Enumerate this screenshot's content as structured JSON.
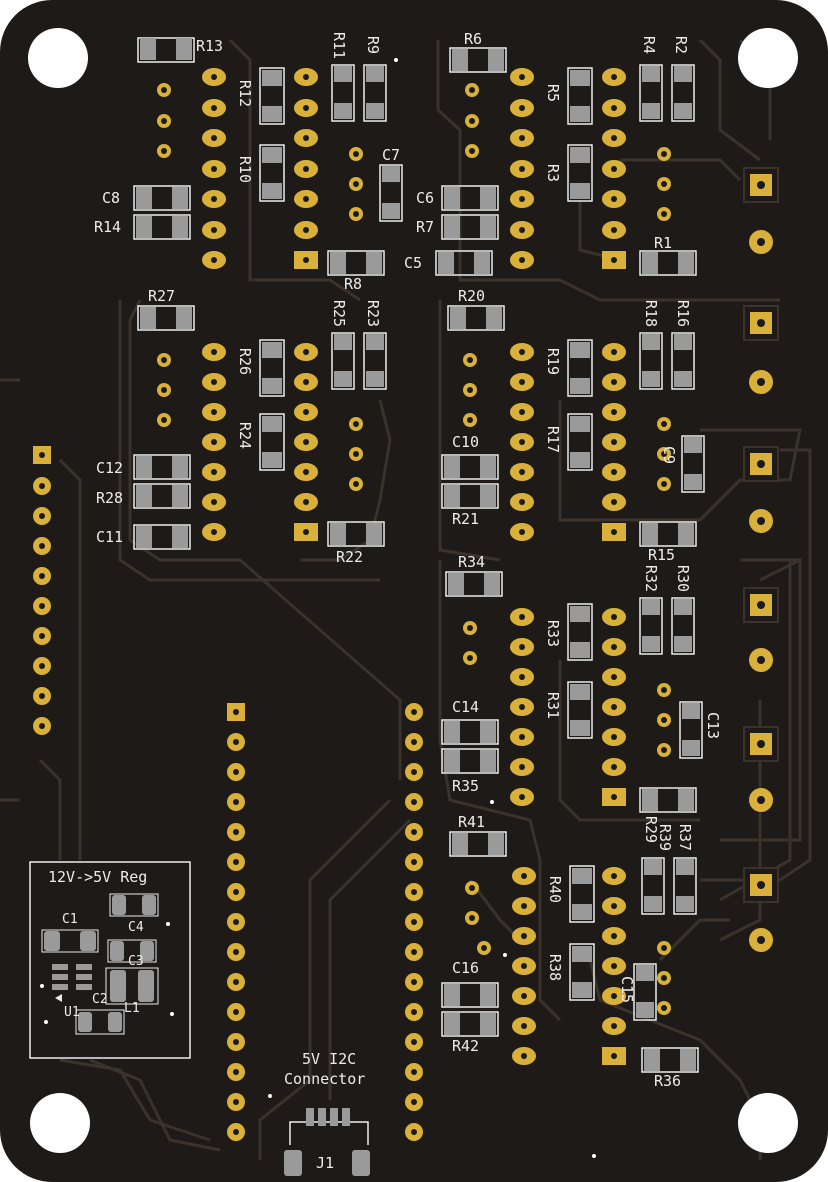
{
  "board": {
    "colors": {
      "substrate": "#1e1a17",
      "trace": "#3a332c",
      "pad_gold": "#d8b03a",
      "pad_grey": "#9a9a9a",
      "hole": "#1a1a1a",
      "silkscreen": "#ececec",
      "mount_hole": "#ffffff"
    }
  },
  "labels": {
    "R13": "R13",
    "R11": "R11",
    "R9": "R9",
    "R12": "R12",
    "R10": "R10",
    "C7": "C7",
    "C8": "C8",
    "R14": "R14",
    "R8": "R8",
    "R6": "R6",
    "R4": "R4",
    "R2": "R2",
    "R5": "R5",
    "R3": "R3",
    "C6": "C6",
    "R7": "R7",
    "C5": "C5",
    "R1": "R1",
    "R27": "R27",
    "R25": "R25",
    "R23": "R23",
    "R26": "R26",
    "R24": "R24",
    "C12": "C12",
    "R28": "R28",
    "C11": "C11",
    "R22": "R22",
    "R20": "R20",
    "R18": "R18",
    "R16": "R16",
    "R19": "R19",
    "R17": "R17",
    "C10": "C10",
    "C9": "C9",
    "R21": "R21",
    "R15": "R15",
    "R34": "R34",
    "R32": "R32",
    "R30": "R30",
    "R33": "R33",
    "R31": "R31",
    "C14": "C14",
    "C13": "C13",
    "R35": "R35",
    "R29": "R29",
    "R41": "R41",
    "R39": "R39",
    "R37": "R37",
    "R40": "R40",
    "R38": "R38",
    "C16": "C16",
    "C15": "C15",
    "R42": "R42",
    "R36": "R36",
    "reg_title": "12V->5V Reg",
    "C1": "C1",
    "C4": "C4",
    "C3": "C3",
    "C2": "C2",
    "U1": "U1",
    "L1": "L1",
    "conn_line1": "5V I2C",
    "conn_line2": "Connector",
    "J1": "J1"
  }
}
